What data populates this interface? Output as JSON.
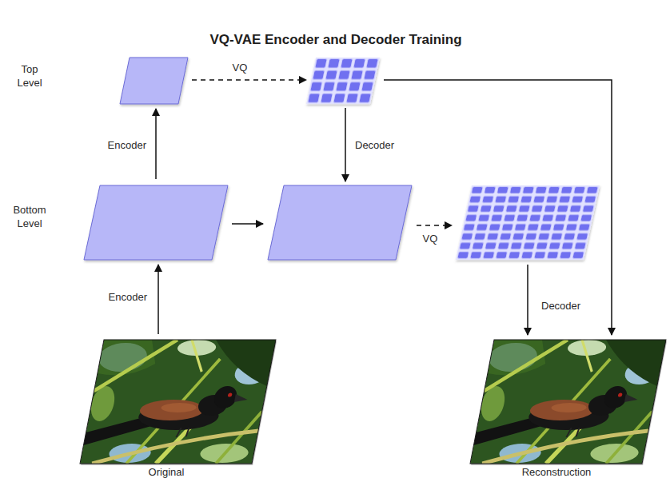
{
  "diagram": {
    "title": "VQ-VAE Encoder and Decoder Training",
    "nodes": [
      {
        "text": [
          "Original"
        ]
      },
      {
        "text": [
          "Reconstruction"
        ]
      }
    ],
    "labels": [
      "VQ",
      "Top Level",
      "Encoder",
      "Decoder",
      "Bottom Level",
      "VQ",
      "Encoder",
      "Decoder"
    ]
  }
}
